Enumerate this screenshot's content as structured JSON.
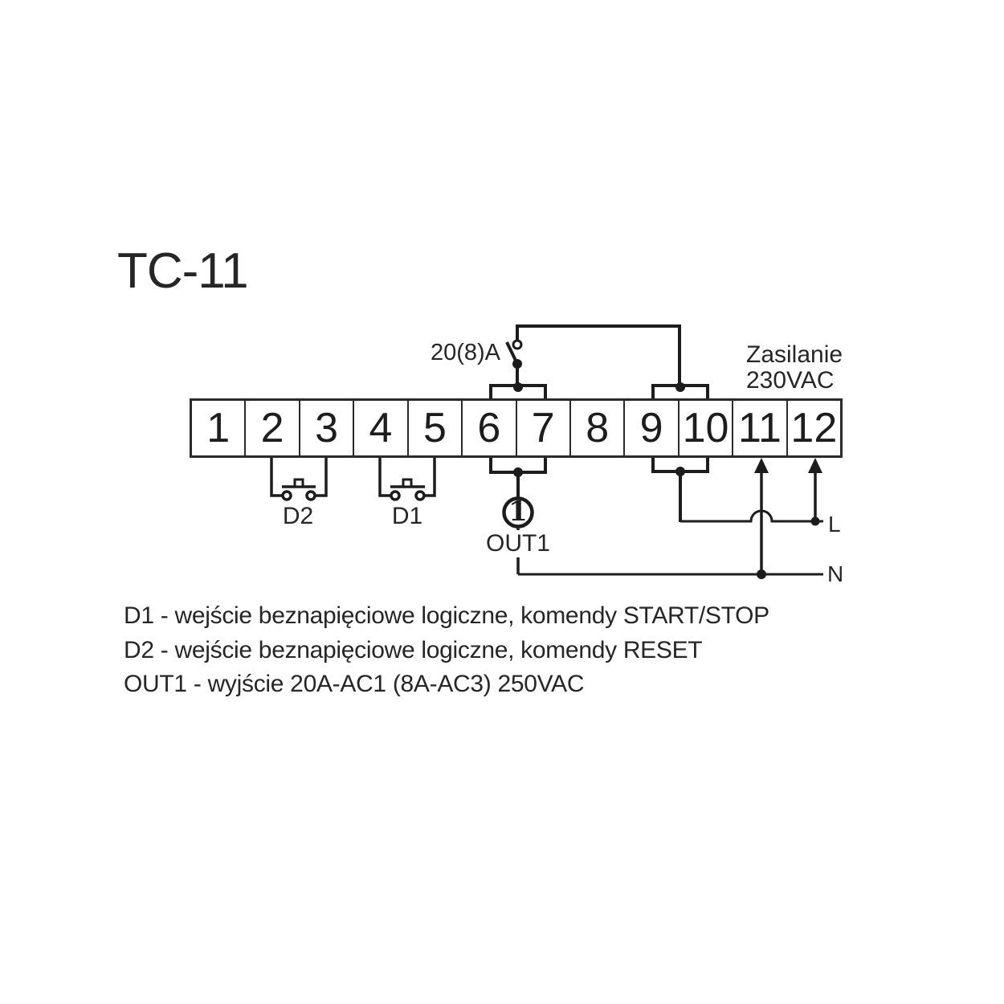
{
  "title": "TC-11",
  "diagram": {
    "breaker_rating": "20(8)A",
    "supply": {
      "line1": "Zasilanie",
      "line2": "230VAC"
    },
    "terminals": [
      "1",
      "2",
      "3",
      "4",
      "5",
      "6",
      "7",
      "8",
      "9",
      "10",
      "11",
      "12"
    ],
    "button_d2_label": "D2",
    "button_d1_label": "D1",
    "output_symbol": "1",
    "output_label": "OUT1",
    "line_label": "L",
    "neutral_label": "N"
  },
  "legend": [
    "D1 - wejście beznapięciowe logiczne, komendy START/STOP",
    "D2 - wejście beznapięciowe logiczne, komendy RESET",
    "OUT1 - wyjście 20A-AC1 (8A-AC3) 250VAC"
  ],
  "colors": {
    "ink": "#1c1c1c",
    "background": "#ffffff"
  }
}
